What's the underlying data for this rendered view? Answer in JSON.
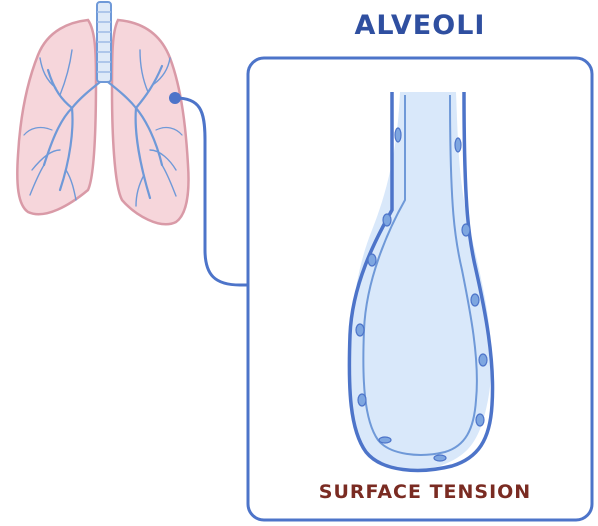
{
  "title": "ALVEOLI",
  "caption": "SURFACE TENSION",
  "colors": {
    "title": "#2f4fa0",
    "caption": "#7a2b22",
    "frame": "#4d74c9",
    "alveolus_fill": "#d9e8fa",
    "lung_fill": "#f6d6db",
    "lung_stroke": "#d99aa7",
    "airway": "#6f99d8"
  },
  "icons": [
    "lungs-icon",
    "alveolus-icon",
    "connector-line"
  ]
}
